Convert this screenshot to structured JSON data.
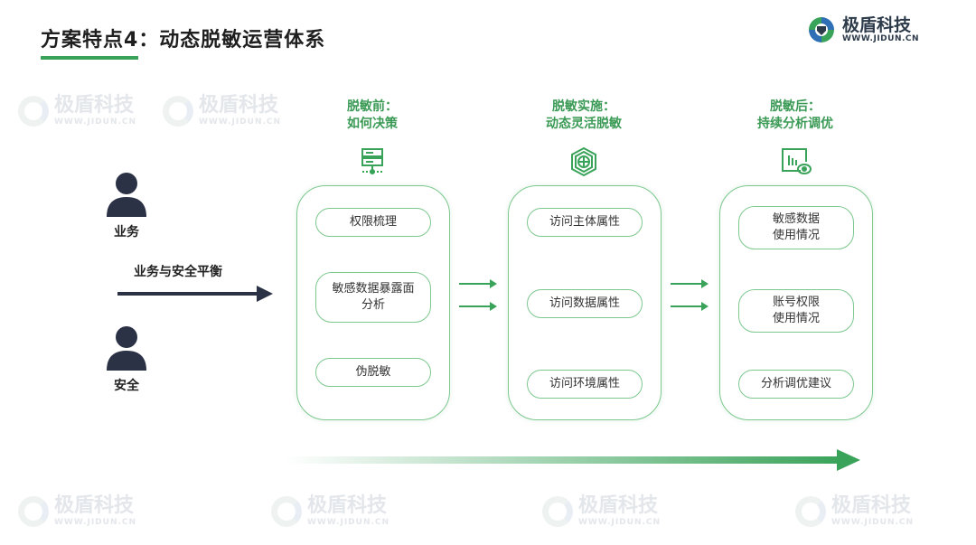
{
  "title": "方案特点4：动态脱敏运营体系",
  "brand": {
    "name": "极盾科技",
    "url": "WWW.JIDUN.CN"
  },
  "watermark": {
    "name": "极盾科技",
    "url": "WWW.JIDUN.CN"
  },
  "actors": [
    {
      "label": "业务"
    },
    {
      "label": "安全"
    }
  ],
  "balance_label": "业务与安全平衡",
  "stages": [
    {
      "title_line1": "脱敏前：",
      "title_line2": "如何决策",
      "icon": "server-icon",
      "items": [
        "权限梳理",
        "敏感数据暴露面\n分析",
        "伪脱敏"
      ]
    },
    {
      "title_line1": "脱敏实施：",
      "title_line2": "动态灵活脱敏",
      "icon": "shield-globe-icon",
      "items": [
        "访问主体属性",
        "访问数据属性",
        "访问环境属性"
      ]
    },
    {
      "title_line1": "脱敏后：",
      "title_line2": "持续分析调优",
      "icon": "monitor-eye-icon",
      "items": [
        "敏感数据\n使用情况",
        "账号权限\n使用情况",
        "分析调优建议"
      ]
    }
  ],
  "colors": {
    "accent": "#3aa35a",
    "dark": "#2b3245"
  }
}
